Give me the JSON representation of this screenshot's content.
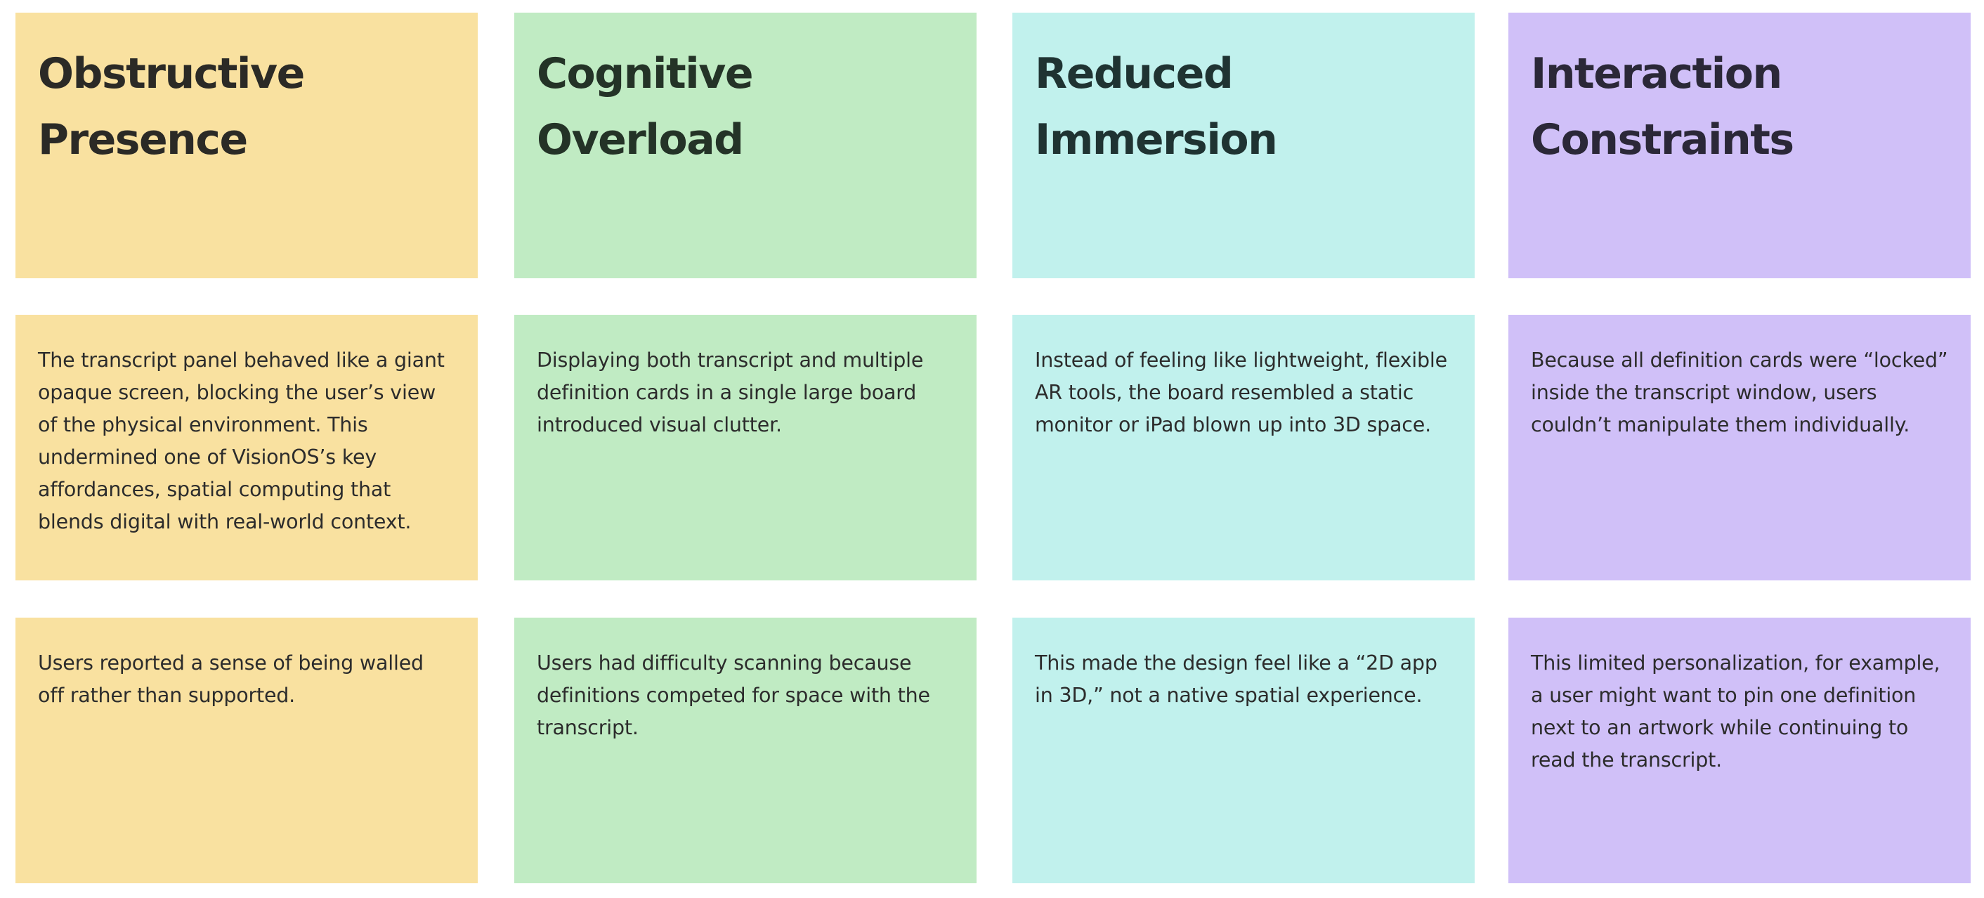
{
  "board": {
    "columns": [
      {
        "color": "#f9e1a0",
        "title": "Obstructive Presence",
        "notes": [
          "The transcript panel behaved like a giant opaque screen, blocking the user’s view of the physical environment. This undermined one of VisionOS’s key affordances, spatial computing that blends digital with real-world context.",
          "Users reported a sense of being walled off rather than supported."
        ]
      },
      {
        "color": "#c0ebc3",
        "title": "Cognitive Overload",
        "notes": [
          "Displaying both transcript and multiple definition cards in a single large board introduced visual clutter.",
          "Users had difficulty scanning because definitions competed for space with the transcript."
        ]
      },
      {
        "color": "#c1f1ed",
        "title": "Reduced Immersion",
        "notes": [
          "Instead of feeling like lightweight, flexible AR tools, the board resembled a static monitor or iPad blown up into 3D space.",
          "This made the design feel like a “2D app in 3D,” not a native spatial experience."
        ]
      },
      {
        "color": "#d0c0f8",
        "title": "Interaction Constraints",
        "notes": [
          "Because all definition cards were “locked” inside the transcript window, users couldn’t manipulate them individually.",
          "This limited personalization, for example, a user might want to pin one definition next to an artwork while continuing to read the transcript."
        ]
      }
    ]
  }
}
